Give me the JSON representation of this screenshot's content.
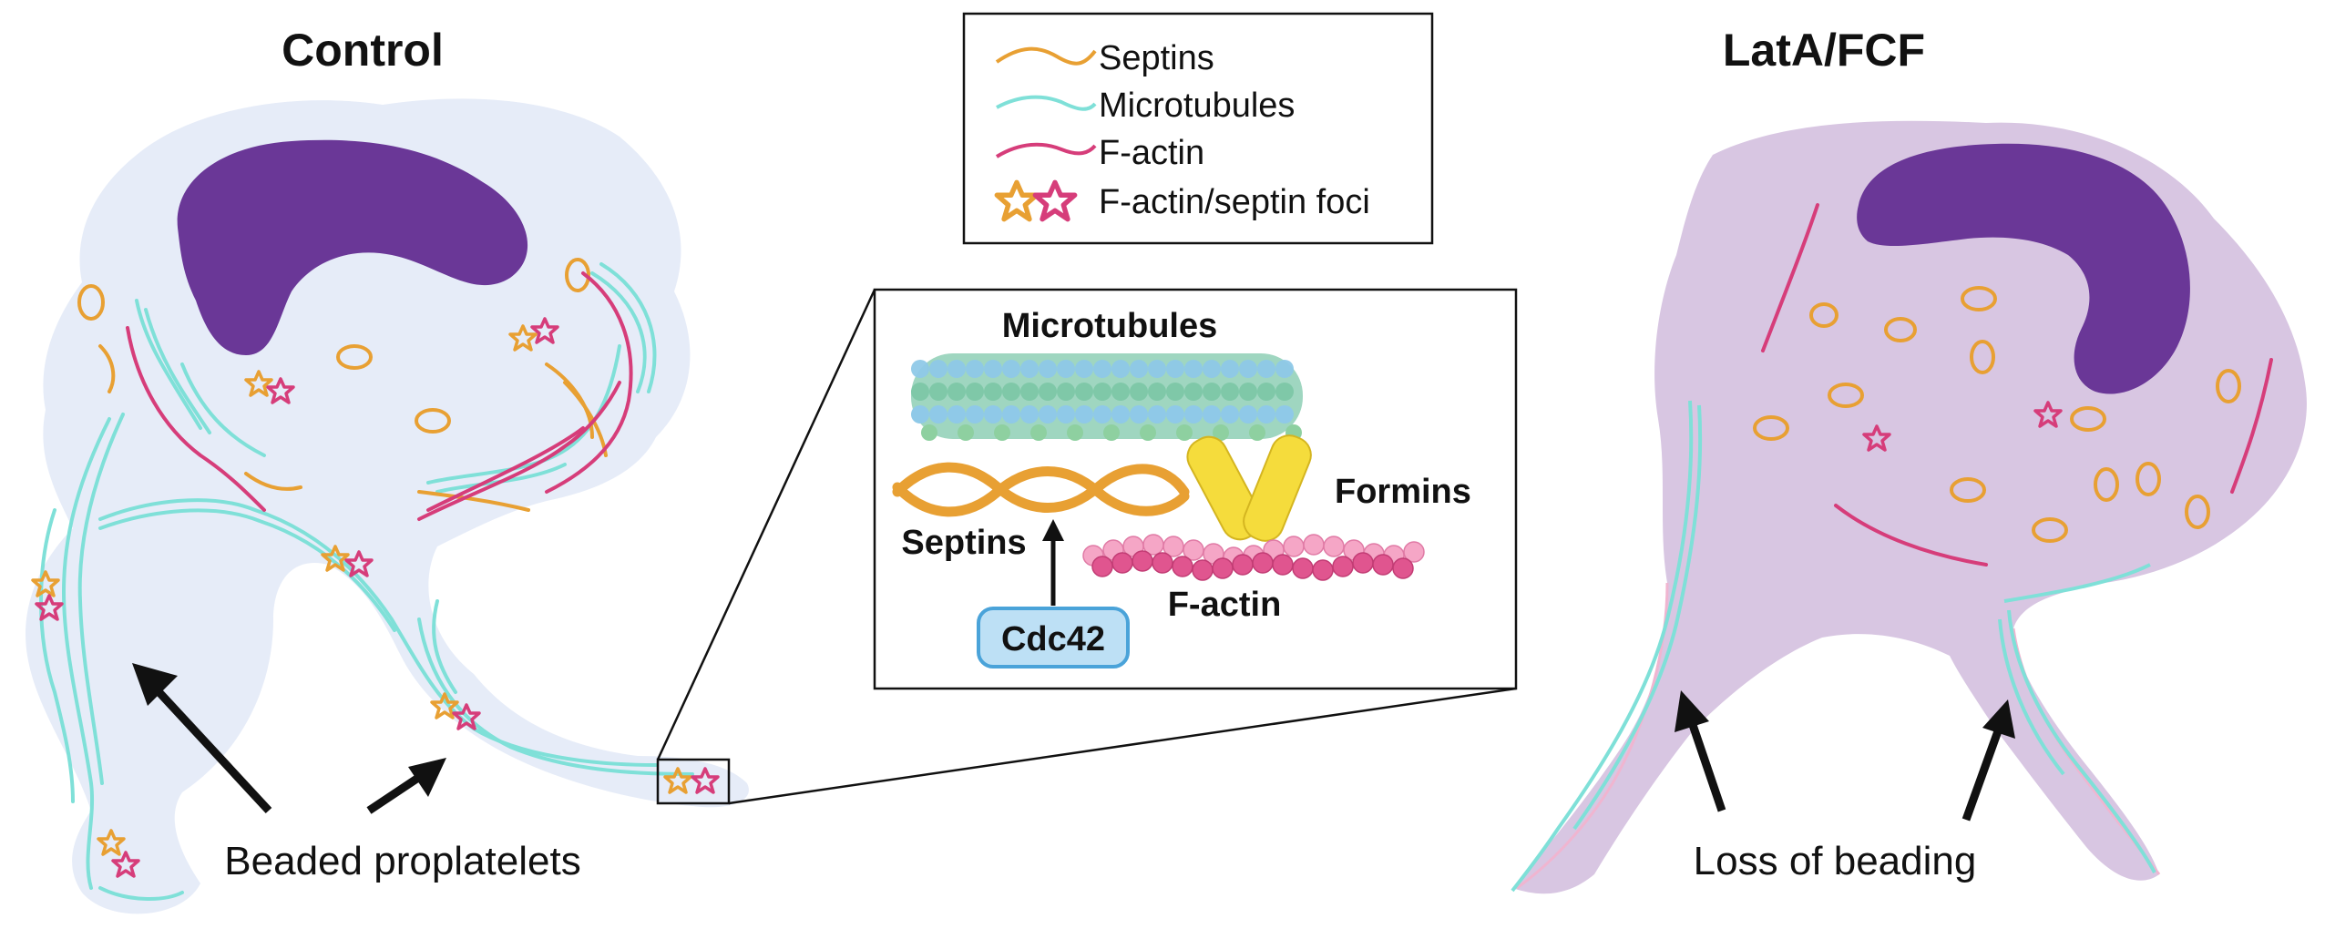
{
  "panels": {
    "left_title": "Control",
    "right_title": "LatA/FCF",
    "left_caption": "Beaded proplatelets",
    "right_caption": "Loss of beading"
  },
  "legend": {
    "items": [
      {
        "label": "Septins",
        "color": "#e8a033",
        "icon": "septin-line-icon"
      },
      {
        "label": "Microtubules",
        "color": "#7fe0d8",
        "icon": "microtubule-line-icon"
      },
      {
        "label": "F-actin",
        "color": "#d63d7a",
        "icon": "f-actin-line-icon"
      },
      {
        "label": "F-actin/septin foci",
        "color": "#e8a033",
        "color2": "#d63d7a",
        "icon": "foci-star-icon"
      }
    ]
  },
  "inset": {
    "microtubules": "Microtubules",
    "formins": "Formins",
    "septins": "Septins",
    "f_actin": "F-actin",
    "cdc42": "Cdc42"
  },
  "colors": {
    "cell_left": "#e6ecf8",
    "cell_right": "#d8c6e2",
    "nucleus": "#6a3797",
    "septin": "#e8a033",
    "microtubule": "#7fe0d8",
    "f_actin": "#d63d7a",
    "formin": "#f5dc3c",
    "cdc42_fill": "#bde0f5",
    "cdc42_stroke": "#4aa3d9"
  }
}
